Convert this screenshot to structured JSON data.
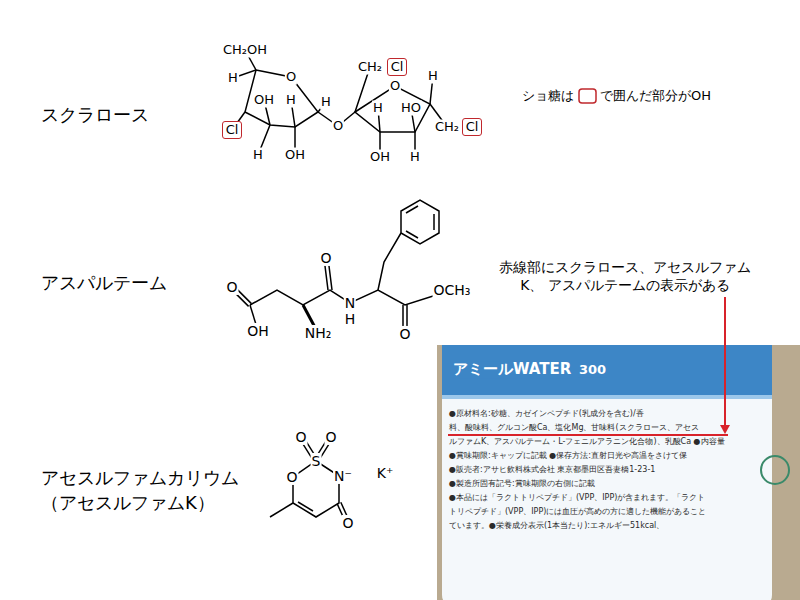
{
  "diagram": {
    "nodes": [
      {
        "text": [
          "Cl"
        ]
      },
      {
        "text": [
          "Cl"
        ]
      },
      {
        "text": [
          "Cl"
        ]
      }
    ],
    "labels": [
      "スクラロース",
      "アスパルテーム",
      "アセスルファムカリウム",
      "（アセスルファムK）",
      "ショ糖は",
      "で囲んだ部分がOH",
      "赤線部にスクラロース、アセスルファムK、 アスパルテームの表示がある",
      "CH₂OH",
      "H",
      "O",
      "OH",
      "H",
      "H",
      "H",
      "OH",
      "O",
      "CH₂",
      "H",
      "H",
      "HO",
      "OH",
      "H",
      "CH₂",
      "O",
      "O",
      "OH",
      "NH₂",
      "O",
      "N",
      "H",
      "O",
      "OCH₃",
      "O",
      "O",
      "S",
      "N⁻",
      "K⁺",
      "O",
      "O",
      "アミールWATER",
      "300",
      "●原材料名:砂糖、カゼインペプチド(乳成分を含む)/香",
      "料、酸味料、グルコン酸Ca、塩化Mg、甘味料(スクラロース、アセス",
      "ルファムK、アスパルテーム・L-フェニルアラニン化合物)、乳酸Ca ●内容量",
      "●賞味期限:キャップに記載 ●保存方法:直射日光や高温をさけて保",
      "●販売者:アサヒ飲料株式会社 東京都墨田区吾妻橋1-23-1",
      "●製造所固有記号:賞味期限の右側に記載",
      "●本品には「ラクトトリペプチド」(VPP、IPP)が含まれます。「ラクト",
      "トリペプチド」(VPP、IPP)には血圧が高めの方に適した機能があること",
      "ています。●栄養成分表示(1本当たり):エネルギー51kcal、"
    ]
  }
}
